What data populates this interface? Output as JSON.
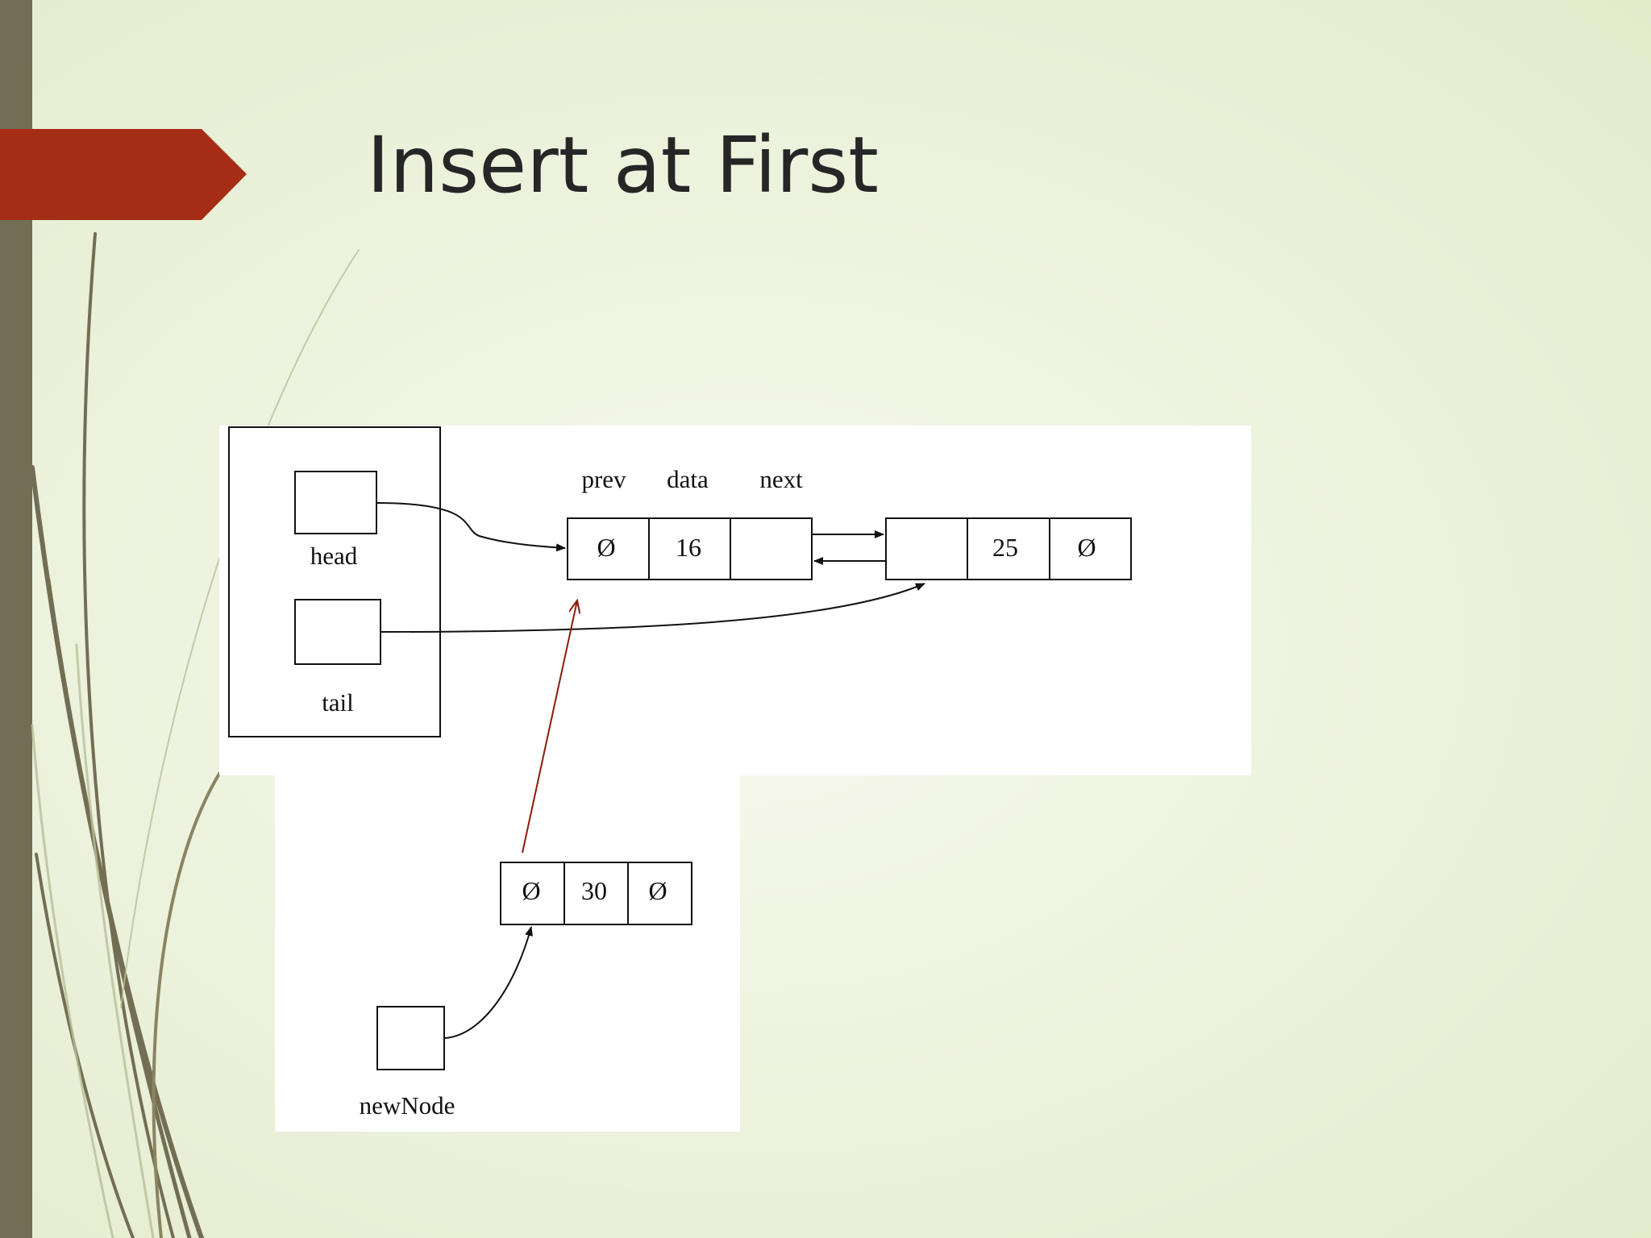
{
  "slide": {
    "title": "Insert at First"
  },
  "colors": {
    "background": "#eef3df",
    "left_bar": "#736e53",
    "title_arrow": "#a52d16",
    "title_text": "#262626",
    "new_link": "#8a1c0c",
    "diagram_ink": "#111111",
    "diagram_panel": "#ffffff"
  },
  "diagram": {
    "field_labels": {
      "prev": "prev",
      "data": "data",
      "next": "next"
    },
    "pointer_labels": {
      "head": "head",
      "tail": "tail",
      "newNode": "newNode"
    },
    "node_first": {
      "prev": "Ø",
      "data": "16",
      "next": ""
    },
    "node_second": {
      "prev": "",
      "data": "25",
      "next": "Ø"
    },
    "node_new": {
      "prev": "Ø",
      "data": "30",
      "next": "Ø"
    }
  }
}
